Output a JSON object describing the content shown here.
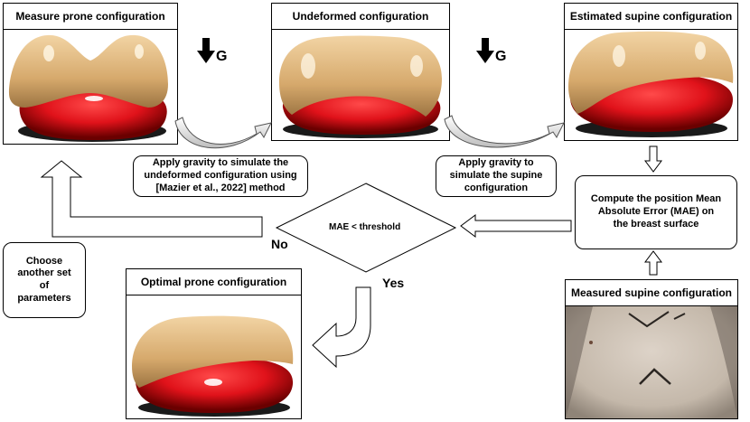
{
  "panels": {
    "measure_prone": "Measure prone configuration",
    "undeformed": "Undeformed configuration",
    "estimated_supine": "Estimated supine configuration",
    "optimal_prone": "Optimal prone configuration",
    "measured_supine": "Measured supine configuration"
  },
  "steps": {
    "apply_gravity_1": "Apply gravity to simulate the\nundeformed configuration using\n[Mazier et al., 2022] method",
    "apply_gravity_2": "Apply gravity to\nsimulate the supine\nconfiguration",
    "compute_mae": "Compute the position Mean\nAbsolute Error (MAE)  on\nthe breast surface",
    "choose_params": "Choose\nanother set\nof\nparameters"
  },
  "decision": {
    "condition": "MAE < threshold",
    "no_label": "No",
    "yes_label": "Yes"
  },
  "gravity": {
    "label": "G"
  },
  "colors": {
    "breast_red": "#e8141c",
    "tissue_tan": "#d9b07a",
    "arrow_fill": "#ffffff"
  }
}
